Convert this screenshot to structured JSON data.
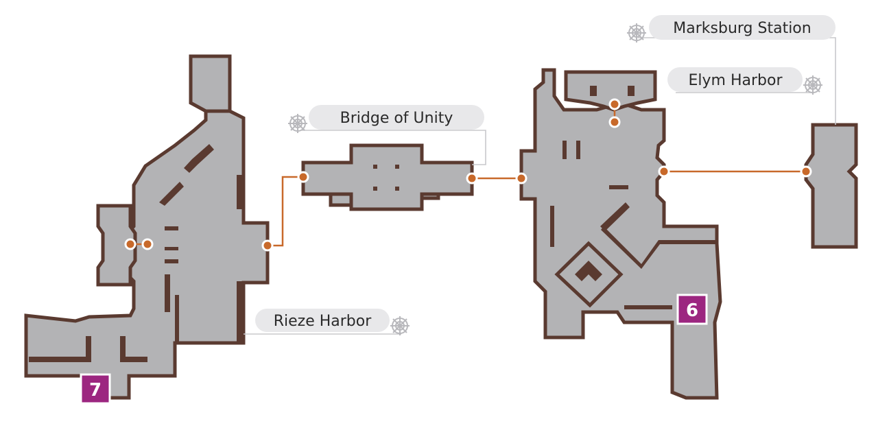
{
  "labels": {
    "marksburg": "Marksburg Station",
    "elym": "Elym Harbor",
    "bridge": "Bridge of Unity",
    "rieze": "Rieze Harbor"
  },
  "badges": {
    "area_six": "6",
    "area_seven": "7"
  },
  "icons": {
    "location_marker": "gear-icon"
  },
  "colors": {
    "floor": "#b3b3b5",
    "wall": "#5a3a30",
    "connection": "#c8692a",
    "badge": "#9c2680",
    "label_bg": "#e8e8ea"
  }
}
